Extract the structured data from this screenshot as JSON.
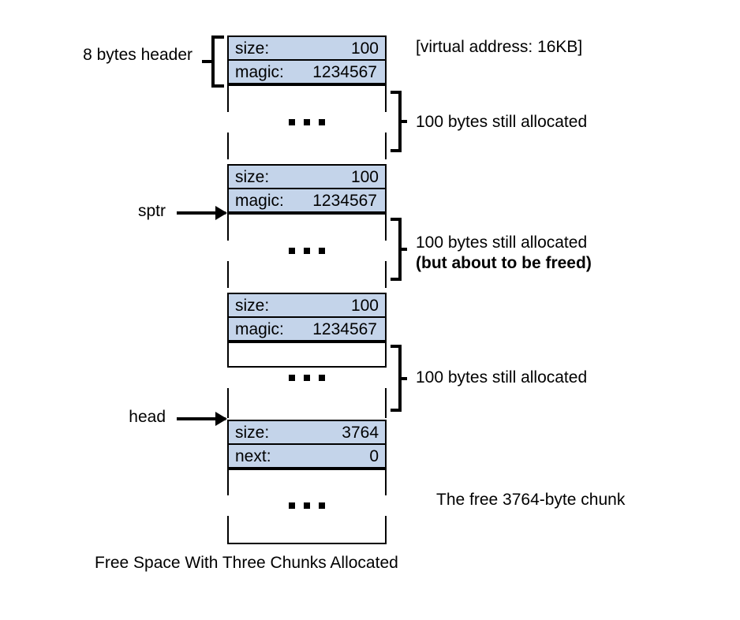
{
  "diagram": {
    "caption": "Free Space With Three Chunks Allocated",
    "virtual_address_note": "[virtual address: 16KB]",
    "header_label": "8 bytes header",
    "pointers": [
      {
        "name": "sptr",
        "label": "sptr"
      },
      {
        "name": "head",
        "label": "head"
      }
    ],
    "chunks": [
      {
        "id": "chunk-1",
        "header": [
          {
            "key": "size:",
            "value": "100"
          },
          {
            "key": "magic:",
            "value": "1234567"
          }
        ],
        "body_ellipsis": "...",
        "annotation": "100 bytes still allocated",
        "annotation_bold": ""
      },
      {
        "id": "chunk-2",
        "header": [
          {
            "key": "size:",
            "value": "100"
          },
          {
            "key": "magic:",
            "value": "1234567"
          }
        ],
        "body_ellipsis": "...",
        "annotation": "100 bytes still allocated",
        "annotation_bold": "(but about to be freed)"
      },
      {
        "id": "chunk-3",
        "header": [
          {
            "key": "size:",
            "value": "100"
          },
          {
            "key": "magic:",
            "value": "1234567"
          }
        ],
        "body_ellipsis": "...",
        "annotation": "100 bytes still allocated",
        "annotation_bold": ""
      },
      {
        "id": "free-chunk",
        "header": [
          {
            "key": "size:",
            "value": "3764"
          },
          {
            "key": "next:",
            "value": "0"
          }
        ],
        "body_ellipsis": "...",
        "annotation": "The free 3764-byte chunk",
        "annotation_bold": ""
      }
    ],
    "colors": {
      "header_fill": "#c4d4ea",
      "stroke": "#000000",
      "background": "#ffffff",
      "text": "#000000"
    }
  }
}
